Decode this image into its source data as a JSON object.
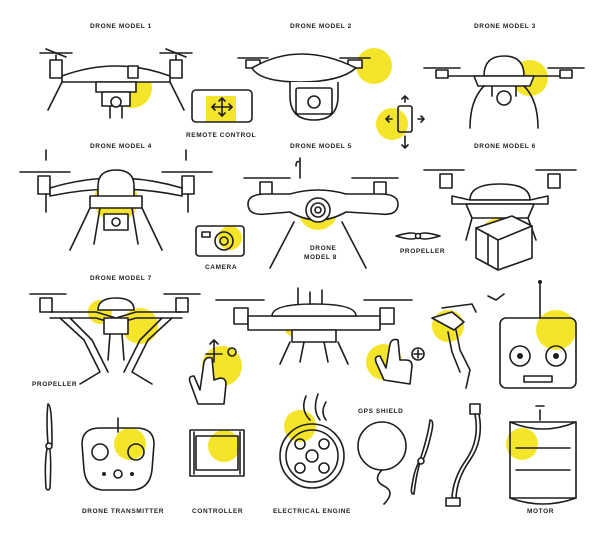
{
  "labels": {
    "drone_model_1": "DRONE MODEL 1",
    "drone_model_2": "DRONE MODEL 2",
    "drone_model_3": "DRONE MODEL 3",
    "remote_control": "REMOTE CONTROL",
    "drone_model_4": "DRONE MODEL 4",
    "drone_model_5": "DRONE MODEL 5",
    "drone_model_6": "DRONE MODEL 6",
    "camera": "CAMERA",
    "drone_model_8_line1": "DRONE",
    "drone_model_8_line2": "MODEL 8",
    "propeller_1": "PROPELLER",
    "drone_model_7": "DRONE MODEL 7",
    "propeller_2": "PROPELLER",
    "drone_transmitter": "DRONE TRANSMITTER",
    "controller": "CONTROLLER",
    "electrical_engine": "ELECTRICAL ENGINE",
    "gps_shield": "GPS SHIELD",
    "motor": "MOTOR"
  },
  "colors": {
    "line": "#1e1e1e",
    "accent": "#f5e52a",
    "background": "#ffffff"
  }
}
